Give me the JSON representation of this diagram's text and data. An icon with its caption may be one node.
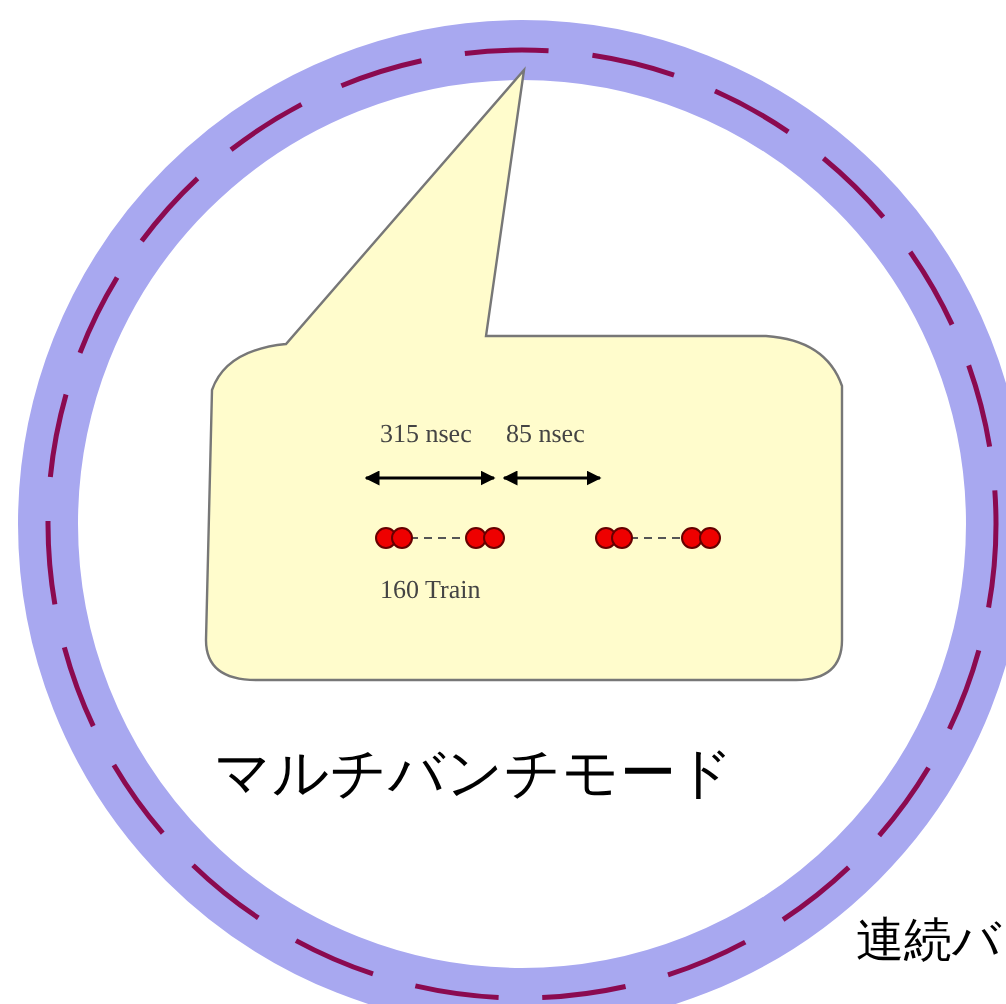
{
  "diagram": {
    "nodes": [
      {
        "text": [
          "315 nsec",
          "85 nsec",
          "160 Train",
          "マルチバンチモード"
        ]
      }
    ],
    "edges": [],
    "labels": [
      "連続バ"
    ]
  }
}
